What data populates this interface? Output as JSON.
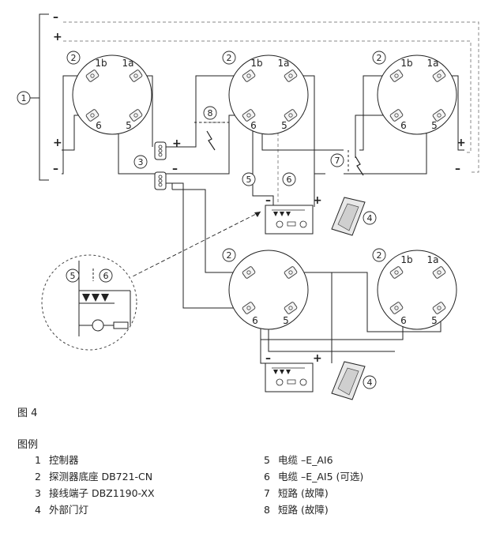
{
  "diagram": {
    "symbols": {
      "plus": "+",
      "minus": "–"
    },
    "base_terminals": [
      "1b",
      "1a",
      "6",
      "5"
    ],
    "callouts": [
      "1",
      "2",
      "3",
      "4",
      "5",
      "6",
      "7",
      "8"
    ]
  },
  "caption": "图 4",
  "legend": {
    "title": "图例",
    "left": [
      {
        "n": "1",
        "text": "控制器"
      },
      {
        "n": "2",
        "text": "探测器底座 DB721-CN"
      },
      {
        "n": "3",
        "text": "接线端子 DBZ1190-XX"
      },
      {
        "n": "4",
        "text": "外部门灯"
      }
    ],
    "right": [
      {
        "n": "5",
        "text": "电缆 –E_AI6"
      },
      {
        "n": "6",
        "text": "电缆 –E_AI5 (可选)"
      },
      {
        "n": "7",
        "text": "短路 (故障)"
      },
      {
        "n": "8",
        "text": "短路 (故障)"
      }
    ]
  }
}
